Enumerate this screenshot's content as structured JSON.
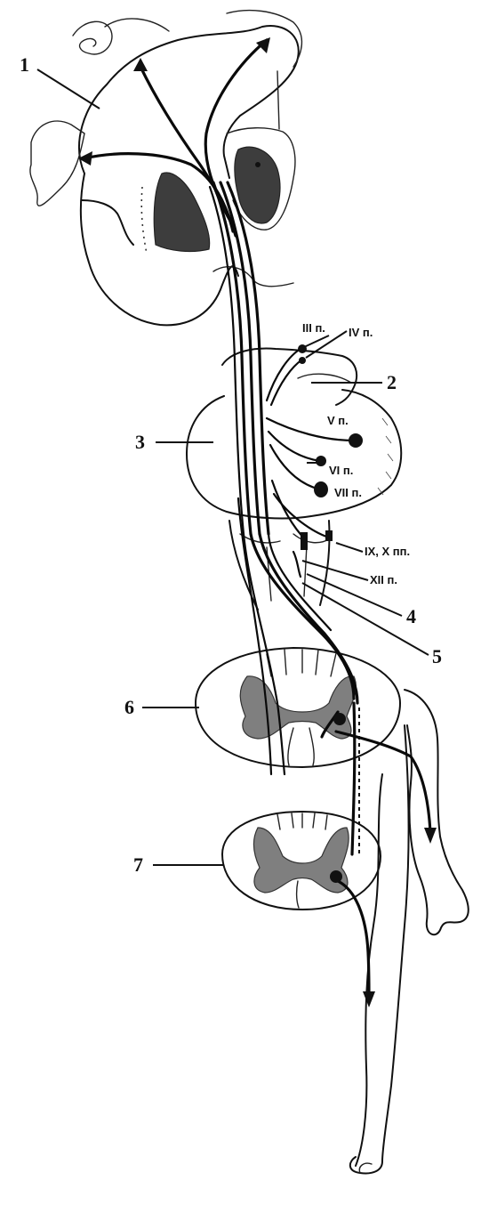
{
  "labels": {
    "numbers": [
      "1",
      "2",
      "3",
      "4",
      "5",
      "6",
      "7"
    ],
    "nerves": {
      "n3": "III п.",
      "n4": "IV п.",
      "n5": "V п.",
      "n6": "VI п.",
      "n7": "VII п.",
      "n9_10": "IX, X пп.",
      "n12": "XII п."
    }
  },
  "colors": {
    "ink": "#111111",
    "grey_matter": "#7f7f7f",
    "dark_matter": "#3d3d3d"
  }
}
